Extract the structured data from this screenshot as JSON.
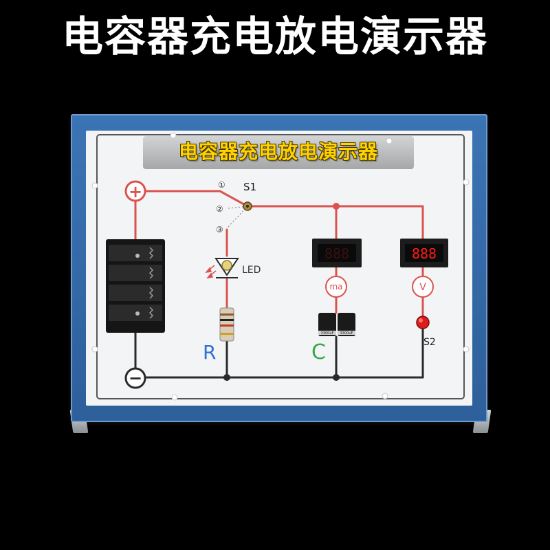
{
  "title": "电容器充电放电演示器",
  "board": {
    "banner": "电容器充电放电演示器",
    "switch_label": "S1",
    "switch_positions": [
      "①",
      "②",
      "③"
    ],
    "led_label": "LED",
    "resistor_label": "R",
    "capacitor_label": "C",
    "ammeter_label": "ma",
    "voltmeter_label": "V",
    "button_label": "S2",
    "voltmeter_display": "888",
    "ammeter_display": "888",
    "capacitor_markings": [
      "3300uF",
      "3300uF"
    ],
    "positive_symbol": "+",
    "negative_symbol": "−"
  },
  "colors": {
    "frame": "#3b74b5",
    "board": "#f3f4f5",
    "wire_red": "#d9534f",
    "wire_black": "#2a2a2a",
    "banner_text": "#ffd200",
    "label_blue": "#2f6fd6",
    "label_green": "#3aa64a",
    "display_red": "#ff1a1a"
  }
}
